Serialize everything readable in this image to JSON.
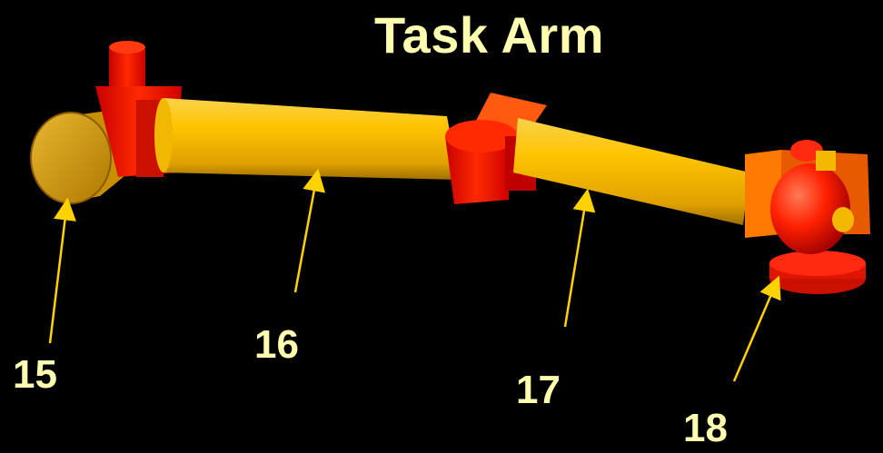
{
  "title": "Task Arm",
  "callouts": [
    {
      "id": "15",
      "label": "15"
    },
    {
      "id": "16",
      "label": "16"
    },
    {
      "id": "17",
      "label": "17"
    },
    {
      "id": "18",
      "label": "18"
    }
  ],
  "colors": {
    "background": "#000000",
    "label_text": "#FFFFB0",
    "arrow": "#FFD200",
    "arm_segment": "#F4B800",
    "joint": "#FF1A00",
    "joint_accent": "#FF7A00"
  }
}
